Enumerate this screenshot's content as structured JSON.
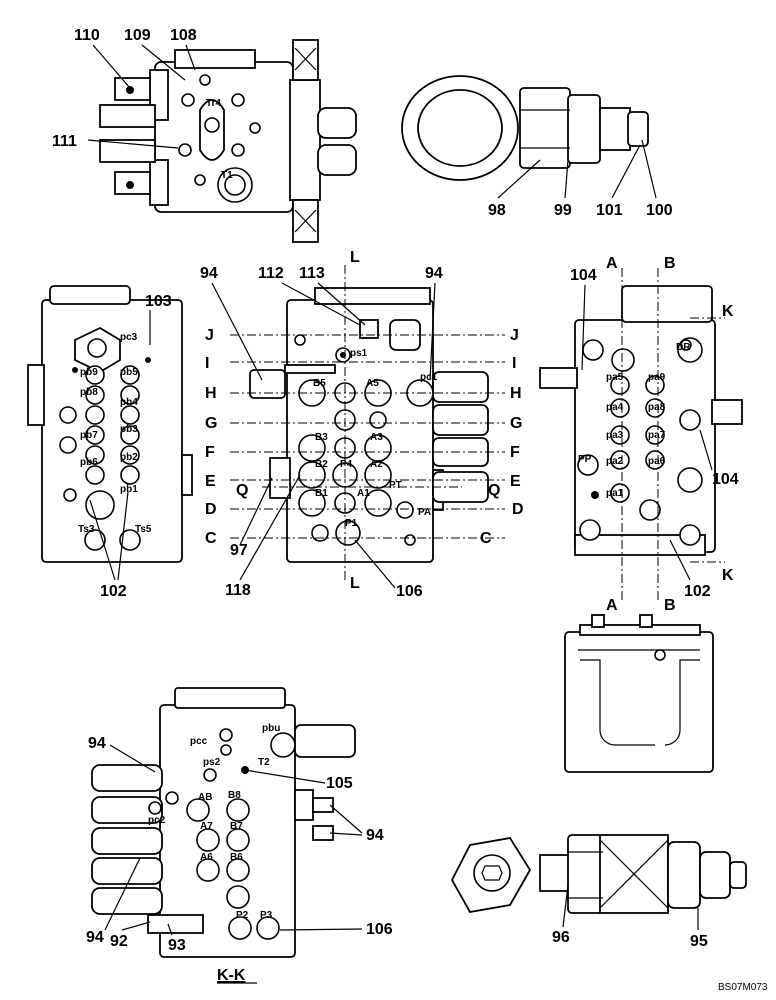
{
  "callouts": {
    "c110": "110",
    "c109": "109",
    "c108": "108",
    "c111": "111",
    "c98": "98",
    "c99": "99",
    "c101": "101",
    "c100": "100",
    "c94a": "94",
    "c112": "112",
    "c113": "113",
    "c94b": "94",
    "c103": "103",
    "c102a": "102",
    "c97": "97",
    "c118": "118",
    "c106a": "106",
    "c104a": "104",
    "c104b": "104",
    "c102b": "102",
    "c94c": "94",
    "c105": "105",
    "c94d": "94",
    "c94e": "94",
    "c106b": "106",
    "c92": "92",
    "c93": "93",
    "c96": "96",
    "c95": "95"
  },
  "section_marks": {
    "L": "L",
    "J": "J",
    "I": "I",
    "H": "H",
    "G": "G",
    "F": "F",
    "E": "E",
    "D": "D",
    "C": "C",
    "Q": "Q",
    "A": "A",
    "B": "B",
    "K": "K"
  },
  "port_labels": {
    "tr4": "Tr4",
    "t1": "T1",
    "pc3": "pc3",
    "pb9": "pb9",
    "pb5": "pb5",
    "pb8": "pb8",
    "pb4": "pb4",
    "pb7": "pb7",
    "pb3": "pb3",
    "pb6": "pb6",
    "pb2": "pb2",
    "pb1": "pb1",
    "ts3": "Ts3",
    "ts5": "Ts5",
    "ps1": "ps1",
    "pc1": "pc1",
    "b5": "B5",
    "a5": "A5",
    "b3": "B3",
    "a3": "A3",
    "b2": "B2",
    "p4": "P4",
    "a2": "A2",
    "b1": "B1",
    "a1": "A1",
    "pt": "PT",
    "pa": "PA",
    "p1": "P1",
    "dr": "DR",
    "pa5": "pa5",
    "pa9": "pa9",
    "pa4": "pa4",
    "pa8": "pa8",
    "pa3": "pa3",
    "pa7": "pa7",
    "pp": "PP",
    "pa2": "pa2",
    "pa6": "pa6",
    "pa1": "pa1",
    "pcc": "pcc",
    "pbu": "pbu",
    "ps2": "ps2",
    "t2": "T2",
    "ab": "AB",
    "b8": "B8",
    "pc2": "pc2",
    "a7": "A7",
    "b7": "B7",
    "a6": "A6",
    "b6": "B6",
    "p2": "P2",
    "p3": "P3"
  },
  "view_title": "K-K",
  "drawing_ref": "BS07M073"
}
